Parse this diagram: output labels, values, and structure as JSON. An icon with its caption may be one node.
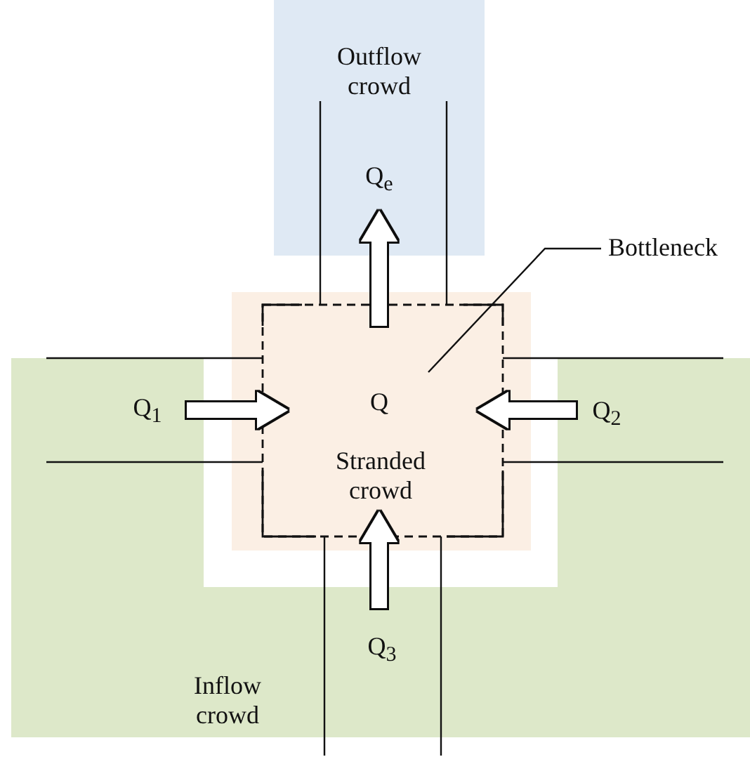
{
  "diagram": {
    "nodes": [
      {
        "text": [
          "Outflow crowd"
        ]
      },
      {
        "text": [
          "Q",
          "Stranded crowd"
        ]
      },
      {
        "text": [
          "Inflow crowd"
        ]
      },
      {
        "text": [
          "Bottleneck"
        ]
      }
    ],
    "edges": [
      {
        "from": 2,
        "to": 1,
        "arrow": "to",
        "label": "Q$_{1}$"
      },
      {
        "from": 2,
        "to": 1,
        "arrow": "to",
        "label": "Q$_{2}$"
      },
      {
        "from": 2,
        "to": 1,
        "arrow": "to",
        "label": "Q$_{3}$"
      },
      {
        "from": 1,
        "to": 0,
        "arrow": "to",
        "label": "Q$_{e}$"
      },
      {
        "from": 3,
        "to": 1,
        "arrow": "none",
        "color": "#111111"
      }
    ]
  }
}
